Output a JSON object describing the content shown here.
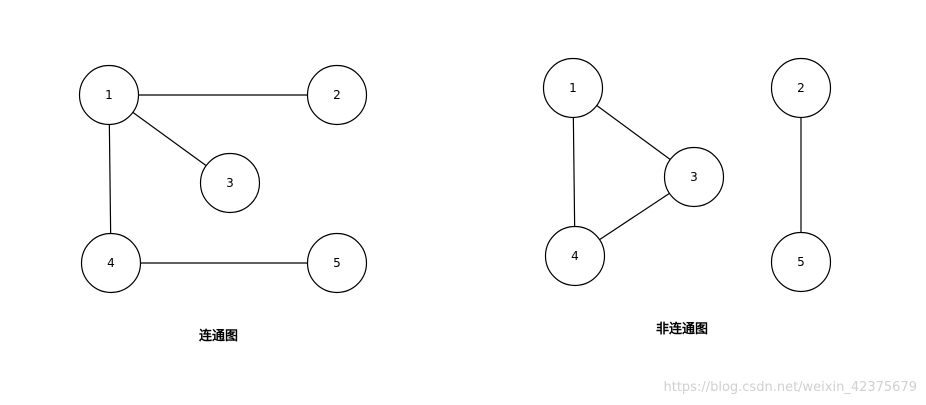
{
  "graphs": [
    {
      "caption": "连通图",
      "nodes": [
        {
          "id": "1",
          "label": "1"
        },
        {
          "id": "2",
          "label": "2"
        },
        {
          "id": "3",
          "label": "3"
        },
        {
          "id": "4",
          "label": "4"
        },
        {
          "id": "5",
          "label": "5"
        }
      ],
      "edges": [
        [
          "1",
          "2"
        ],
        [
          "1",
          "3"
        ],
        [
          "1",
          "4"
        ],
        [
          "4",
          "5"
        ]
      ]
    },
    {
      "caption": "非连通图",
      "nodes": [
        {
          "id": "1",
          "label": "1"
        },
        {
          "id": "2",
          "label": "2"
        },
        {
          "id": "3",
          "label": "3"
        },
        {
          "id": "4",
          "label": "4"
        },
        {
          "id": "5",
          "label": "5"
        }
      ],
      "edges": [
        [
          "1",
          "3"
        ],
        [
          "1",
          "4"
        ],
        [
          "4",
          "3"
        ],
        [
          "2",
          "5"
        ]
      ]
    }
  ],
  "watermark": "https://blog.csdn.net/weixin_42375679",
  "colors": {
    "stroke": "#000000",
    "fill": "#ffffff",
    "watermark": "#d0d0d0"
  }
}
